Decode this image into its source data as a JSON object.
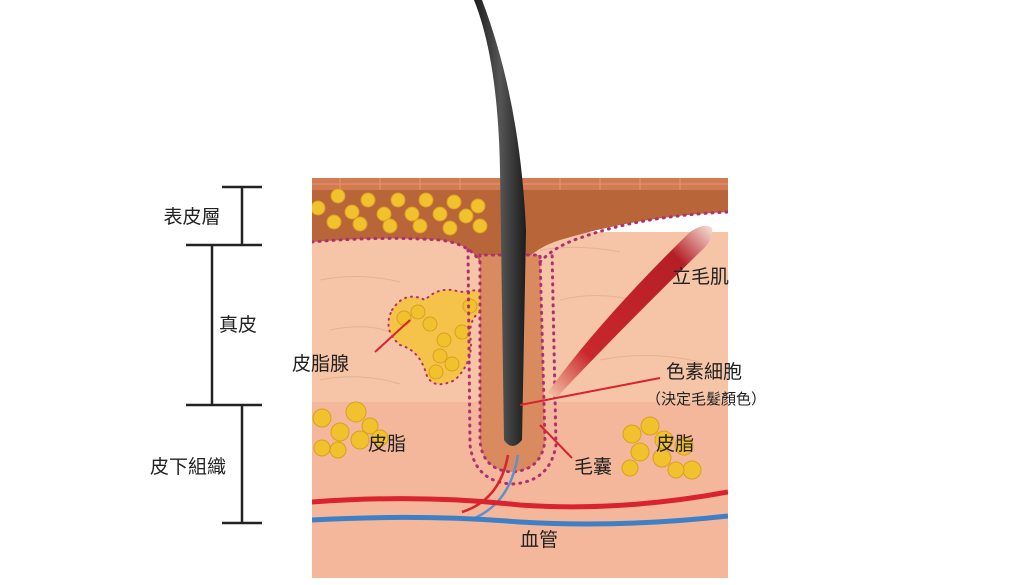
{
  "layers": {
    "epidermis": "表皮層",
    "dermis": "真皮",
    "subcutaneous": "皮下組織"
  },
  "labels": {
    "arrector_pili": "立毛肌",
    "sebaceous_gland": "皮脂腺",
    "melanocyte": "色素細胞",
    "melanocyte_note": "（決定毛髮顏色）",
    "fat_left": "皮脂",
    "fat_right": "皮脂",
    "follicle": "毛囊",
    "blood_vessel": "血管"
  },
  "colors": {
    "epidermis": "#b8653a",
    "dermis": "#f6c4a6",
    "subcutaneous": "#f4b79b",
    "fat": "#f2c12e",
    "hair": "#2a2a2a",
    "dots": "#b0306f",
    "artery": "#d9232e",
    "vein": "#3f7fc6",
    "leader": "#d9232e"
  }
}
